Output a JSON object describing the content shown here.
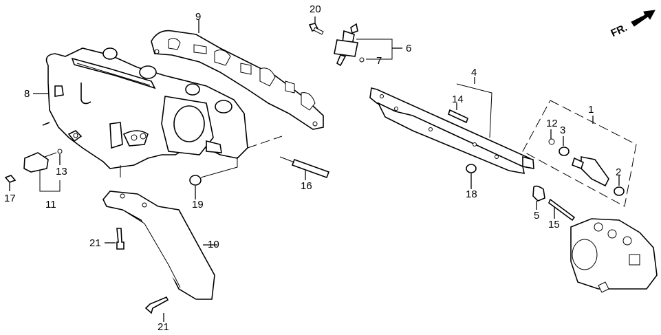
{
  "diagram": {
    "title": "Intake Manifold / Fuel Injector Exploded View",
    "direction_marker": {
      "text": "FR.",
      "icon": "front-arrow-icon"
    },
    "callouts": [
      {
        "id": "1",
        "part": "fuel-injector-assembly"
      },
      {
        "id": "2",
        "part": "injector-seal-ring"
      },
      {
        "id": "3",
        "part": "injector-cushion-ring"
      },
      {
        "id": "4",
        "part": "fuel-rail-pipe"
      },
      {
        "id": "5",
        "part": "insulator"
      },
      {
        "id": "6",
        "part": "pressure-regulator-assembly"
      },
      {
        "id": "7",
        "part": "o-ring"
      },
      {
        "id": "8",
        "part": "intake-manifold"
      },
      {
        "id": "9",
        "part": "intake-manifold-gasket"
      },
      {
        "id": "10",
        "part": "manifold-stay-bracket"
      },
      {
        "id": "11",
        "part": "sensor-assembly"
      },
      {
        "id": "12",
        "part": "o-ring-small"
      },
      {
        "id": "13",
        "part": "o-ring-sensor"
      },
      {
        "id": "14",
        "part": "stud-bolt-rail"
      },
      {
        "id": "15",
        "part": "stud-bolt-head"
      },
      {
        "id": "16",
        "part": "stud-bolt-manifold"
      },
      {
        "id": "17",
        "part": "bolt-sensor"
      },
      {
        "id": "18",
        "part": "nut-rail"
      },
      {
        "id": "19",
        "part": "flange-nut"
      },
      {
        "id": "20",
        "part": "bolt-regulator"
      },
      {
        "id": "21",
        "part": "flange-bolt"
      }
    ],
    "labels": {
      "l1": "1",
      "l2": "2",
      "l3": "3",
      "l4": "4",
      "l5": "5",
      "l6": "6",
      "l7": "7",
      "l8": "8",
      "l9": "9",
      "l10": "10",
      "l11": "11",
      "l12": "12",
      "l13": "13",
      "l14": "14",
      "l15": "15",
      "l16": "16",
      "l17": "17",
      "l18": "18",
      "l19": "19",
      "l20": "20",
      "l21a": "21",
      "l21b": "21"
    }
  }
}
